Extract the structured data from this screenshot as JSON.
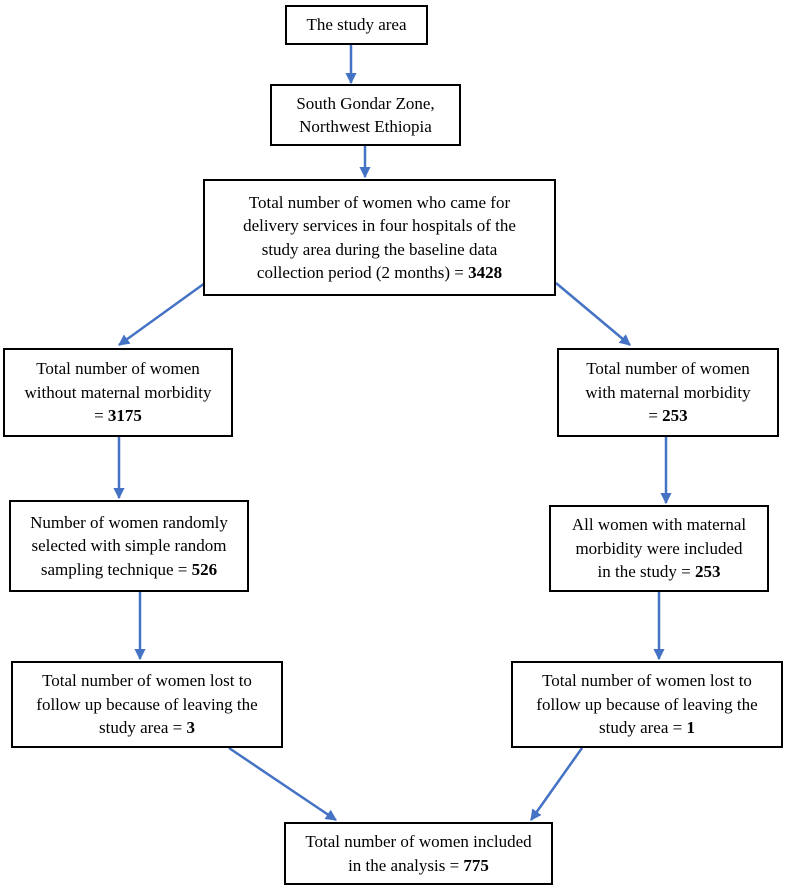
{
  "boxes": {
    "study_area": {
      "lines": [
        {
          "text": "The study area",
          "bold": ""
        }
      ]
    },
    "zone": {
      "lines": [
        {
          "text": "South Gondar Zone,",
          "bold": ""
        },
        {
          "text": "Northwest Ethiopia",
          "bold": ""
        }
      ]
    },
    "total": {
      "lines": [
        {
          "text": "Total number of women who came for",
          "bold": ""
        },
        {
          "text": "delivery services in four hospitals of the",
          "bold": ""
        },
        {
          "text": "study area during the baseline data",
          "bold": ""
        },
        {
          "text": "collection period (2 months) = ",
          "bold": "3428"
        }
      ]
    },
    "without_morbidity": {
      "lines": [
        {
          "text": "Total number of women",
          "bold": ""
        },
        {
          "text": "without maternal morbidity",
          "bold": ""
        },
        {
          "text": "= ",
          "bold": "3175"
        }
      ]
    },
    "with_morbidity": {
      "lines": [
        {
          "text": "Total number of women",
          "bold": ""
        },
        {
          "text": "with maternal morbidity",
          "bold": ""
        },
        {
          "text": "= ",
          "bold": "253"
        }
      ]
    },
    "randomly_selected": {
      "lines": [
        {
          "text": "Number of women randomly",
          "bold": ""
        },
        {
          "text": "selected with simple random",
          "bold": ""
        },
        {
          "text": "sampling technique = ",
          "bold": "526"
        }
      ]
    },
    "all_included": {
      "lines": [
        {
          "text": "All women with maternal",
          "bold": ""
        },
        {
          "text": "morbidity were included",
          "bold": ""
        },
        {
          "text": "in the study = ",
          "bold": "253"
        }
      ]
    },
    "lost_left": {
      "lines": [
        {
          "text": "Total number of women lost to",
          "bold": ""
        },
        {
          "text": "follow up because of leaving the",
          "bold": ""
        },
        {
          "text": "study area = ",
          "bold": "3"
        }
      ]
    },
    "lost_right": {
      "lines": [
        {
          "text": "Total number of women lost to",
          "bold": ""
        },
        {
          "text": "follow up because of leaving the",
          "bold": ""
        },
        {
          "text": "study area = ",
          "bold": "1"
        }
      ]
    },
    "final": {
      "lines": [
        {
          "text": "Total number of women included",
          "bold": ""
        },
        {
          "text": "in the analysis = ",
          "bold": "775"
        }
      ]
    }
  },
  "colors": {
    "arrow": "#4472c4",
    "border": "#000000"
  }
}
